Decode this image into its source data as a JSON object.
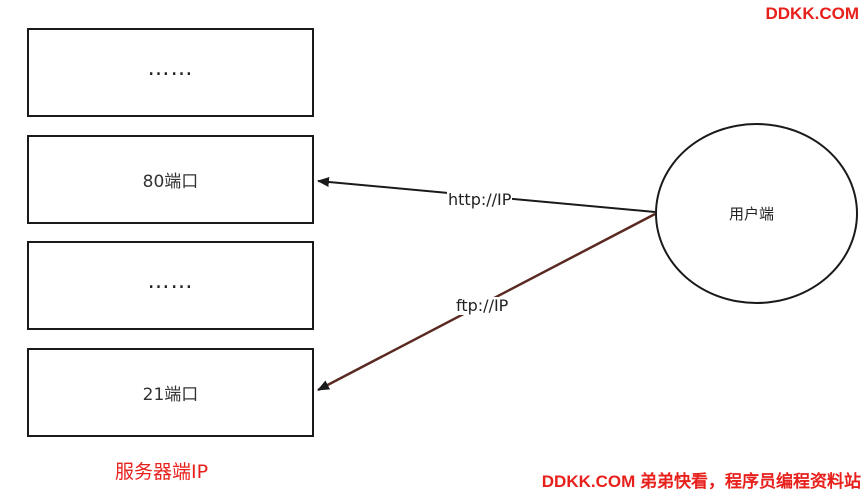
{
  "watermark": {
    "top": "DDKK.COM",
    "bottom": "DDKK.COM 弟弟快看，程序员编程资料站"
  },
  "server": {
    "label": "服务器端IP",
    "slots": [
      {
        "text": "……"
      },
      {
        "text": "80端口"
      },
      {
        "text": "……"
      },
      {
        "text": "21端口"
      }
    ]
  },
  "client": {
    "label": "用户端"
  },
  "edges": [
    {
      "label": "http://IP",
      "from": "用户端",
      "to": "80端口"
    },
    {
      "label": "ftp://IP",
      "from": "用户端",
      "to": "21端口"
    }
  ]
}
